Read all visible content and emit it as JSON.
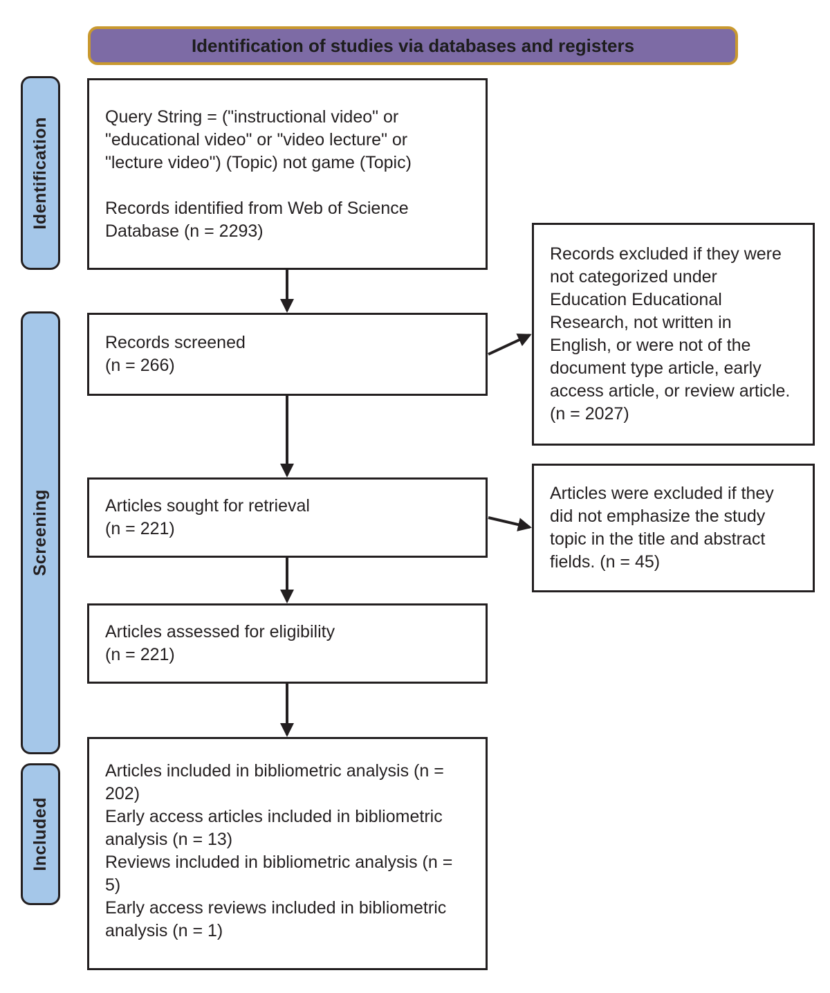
{
  "header": {
    "title": "Identification of studies via databases and registers"
  },
  "sidebar": {
    "identification": "Identification",
    "screening": "Screening",
    "included": "Included"
  },
  "flow": {
    "identified": {
      "query": "Query String = (\"instructional video\" or \"educational video\" or \"video lecture\" or \"lecture video\") (Topic) not game (Topic)",
      "records": "Records identified from Web of Science Database (n = 2293)"
    },
    "screened": {
      "title": "Records screened",
      "count": "(n = 266)"
    },
    "sought": {
      "title": "Articles sought for retrieval",
      "count": "(n = 221)"
    },
    "assessed": {
      "title": "Articles assessed for eligibility",
      "count": "(n = 221)"
    },
    "included": {
      "items": [
        "Articles included in bibliometric analysis (n = 202)",
        "Early access articles included in bibliometric analysis (n = 13)",
        "Reviews included in bibliometric analysis (n = 5)",
        "Early access reviews included in bibliometric analysis (n = 1)"
      ]
    }
  },
  "exclusions": {
    "records_excluded": "Records excluded if they were not categorized under Education Educational Research, not written in English, or were not of the document type article, early access article, or review article. (n = 2027)",
    "articles_excluded": "Articles were excluded if they did not emphasize the study topic in the title and abstract fields. (n = 45)"
  },
  "colors": {
    "header_fill": "#7d6ba5",
    "header_border": "#c9992f",
    "stage_fill": "#a5c7e9",
    "line": "#231f20"
  }
}
